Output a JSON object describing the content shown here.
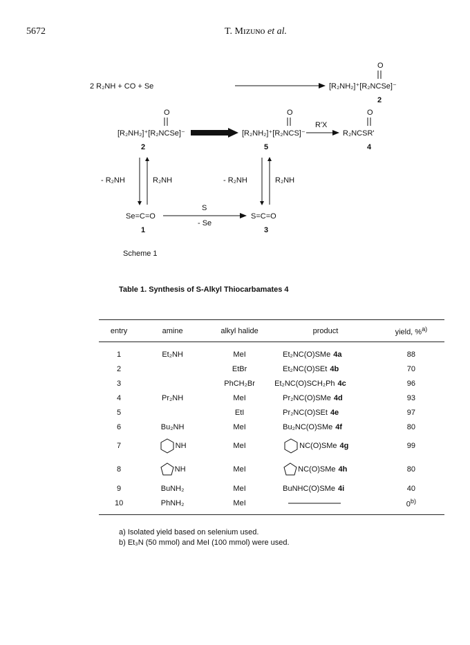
{
  "header": {
    "page_number": "5672",
    "author": "T. Mɪᴢᴜɴᴏ",
    "et_al": "et al."
  },
  "scheme": {
    "row1": {
      "reactants": "2 R₂NH   +   CO   +   Se",
      "product": "[R₂NH₂]⁺[R₂NCSe]⁻",
      "product_num": "2"
    },
    "row2": {
      "left": "[R₂NH₂]⁺[R₂NCSe]⁻",
      "left_num": "2",
      "mid": "[R₂NH₂]⁺[R₂NCS]⁻",
      "mid_num": "5",
      "reagent": "R'X",
      "right": "R₂NCSR'",
      "right_num": "4"
    },
    "eq_left": {
      "minus": "- R₂NH",
      "plus": "R₂NH"
    },
    "eq_right": {
      "minus": "- R₂NH",
      "plus": "R₂NH"
    },
    "row3": {
      "left": "Se=C=O",
      "left_num": "1",
      "above": "S",
      "below": "- Se",
      "right": "S=C=O",
      "right_num": "3"
    },
    "oxygen": "O",
    "label": "Scheme 1"
  },
  "table": {
    "title": "Table 1.  Synthesis of S-Alkyl Thiocarbamates 4",
    "headers": {
      "entry": "entry",
      "amine": "amine",
      "halide": "alkyl halide",
      "product": "product",
      "yield": "yield, %",
      "yield_sup": "a)"
    },
    "rows": [
      {
        "entry": "1",
        "amine": "Et₂NH",
        "halide": "MeI",
        "product": "Et₂NC(O)SMe",
        "code": "4a",
        "yield": "88"
      },
      {
        "entry": "2",
        "amine": "",
        "halide": "EtBr",
        "product": "Et₂NC(O)SEt",
        "code": "4b",
        "yield": "70"
      },
      {
        "entry": "3",
        "amine": "",
        "halide": "PhCH₂Br",
        "product": "Et₂NC(O)SCH₂Ph",
        "code": "4c",
        "yield": "96"
      },
      {
        "entry": "4",
        "amine": "Pr₂NH",
        "halide": "MeI",
        "product": "Pr₂NC(O)SMe",
        "code": "4d",
        "yield": "93"
      },
      {
        "entry": "5",
        "amine": "",
        "halide": "EtI",
        "product": "Pr₂NC(O)SEt",
        "code": "4e",
        "yield": "97"
      },
      {
        "entry": "6",
        "amine": "Bu₂NH",
        "halide": "MeI",
        "product": "Bu₂NC(O)SMe",
        "code": "4f",
        "yield": "80"
      },
      {
        "entry": "7",
        "amine": "NH",
        "halide": "MeI",
        "product": "NC(O)SMe",
        "code": "4g",
        "yield": "99"
      },
      {
        "entry": "8",
        "amine": "NH",
        "halide": "MeI",
        "product": "NC(O)SMe",
        "code": "4h",
        "yield": "80"
      },
      {
        "entry": "9",
        "amine": "BuNH₂",
        "halide": "MeI",
        "product": "BuNHC(O)SMe",
        "code": "4i",
        "yield": "40"
      },
      {
        "entry": "10",
        "amine": "PhNH₂",
        "halide": "MeI",
        "product": "",
        "code": "",
        "yield": "0",
        "yield_sup": "b)"
      }
    ],
    "footnotes": [
      "a) Isolated yield based on selenium used.",
      "b) Et₃N (50 mmol) and MeI (100 mmol) were used."
    ]
  }
}
